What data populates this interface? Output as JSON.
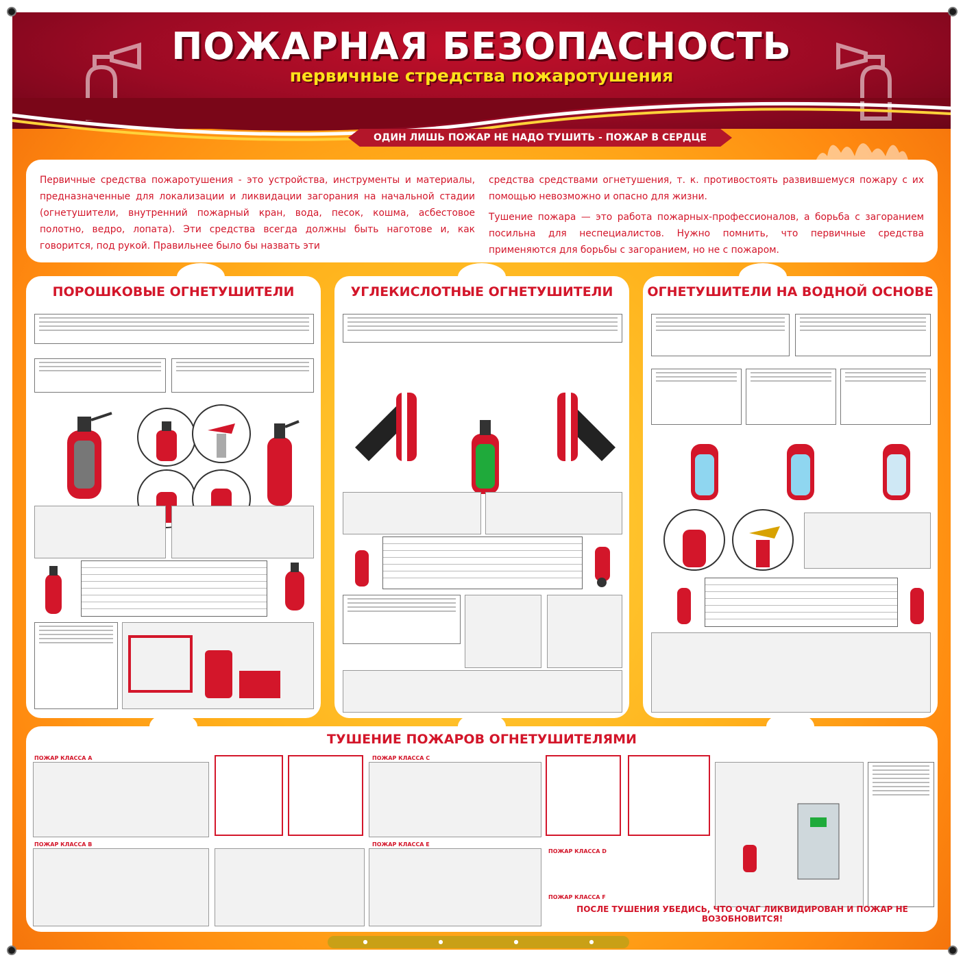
{
  "header": {
    "title": "ПОЖАРНАЯ БЕЗОПАСНОСТЬ",
    "subtitle": "первичные стредства пожаротушения",
    "slogan": "ОДИН ЛИШЬ ПОЖАР НЕ НАДО ТУШИТЬ - ПОЖАР В СЕРДЦЕ"
  },
  "intro": {
    "left": "Первичные средства пожаротушения - это устройства, инструменты и материалы, предназначенные для локализации и ликвидации загорания на начальной стадии (огнетушители, внутренний пожарный кран, вода, песок, кошма, асбестовое полотно, ведро, лопата). Эти средства всегда должны быть наготове и, как говорится, под рукой. Правильнее было бы назвать эти",
    "right_p1": "средства средствами огнетушения, т. к. противостоять развившемуся пожару с их помощью невозможно и опасно для жизни.",
    "right_p2": "Тушение пожара — это работа пожарных-профессионалов, а борьба с загоранием посильна для неспециалистов. Нужно помнить, что первичные средства применяются для борьбы с загоранием, но не с пожаром."
  },
  "panels": {
    "powder": "ПОРОШКОВЫЕ ОГНЕТУШИТЕЛИ",
    "co2": "УГЛЕКИСЛОТНЫЕ ОГНЕТУШИТЕЛИ",
    "water": "ОГНЕТУШИТЕЛИ НА ВОДНОЙ ОСНОВЕ"
  },
  "bottom": {
    "title": "ТУШЕНИЕ ПОЖАРОВ ОГНЕТУШИТЕЛЯМИ",
    "class_a": "ПОЖАР КЛАССА А",
    "class_b": "ПОЖАР КЛАССА В",
    "class_c": "ПОЖАР КЛАССА С",
    "class_e": "ПОЖАР КЛАССА Е",
    "class_d": "ПОЖАР КЛАССА D",
    "class_f": "ПОЖАР КЛАССА F",
    "final_note": "ПОСЛЕ ТУШЕНИЯ УБЕДИСЬ, ЧТО ОЧАГ ЛИКВИДИРОВАН И ПОЖАР НЕ ВОЗОБНОВИТСЯ!"
  },
  "colors": {
    "accent": "#d3162a",
    "header": "#9b0a24",
    "subtitle": "#ffe21a",
    "background": "#ffb21c"
  }
}
